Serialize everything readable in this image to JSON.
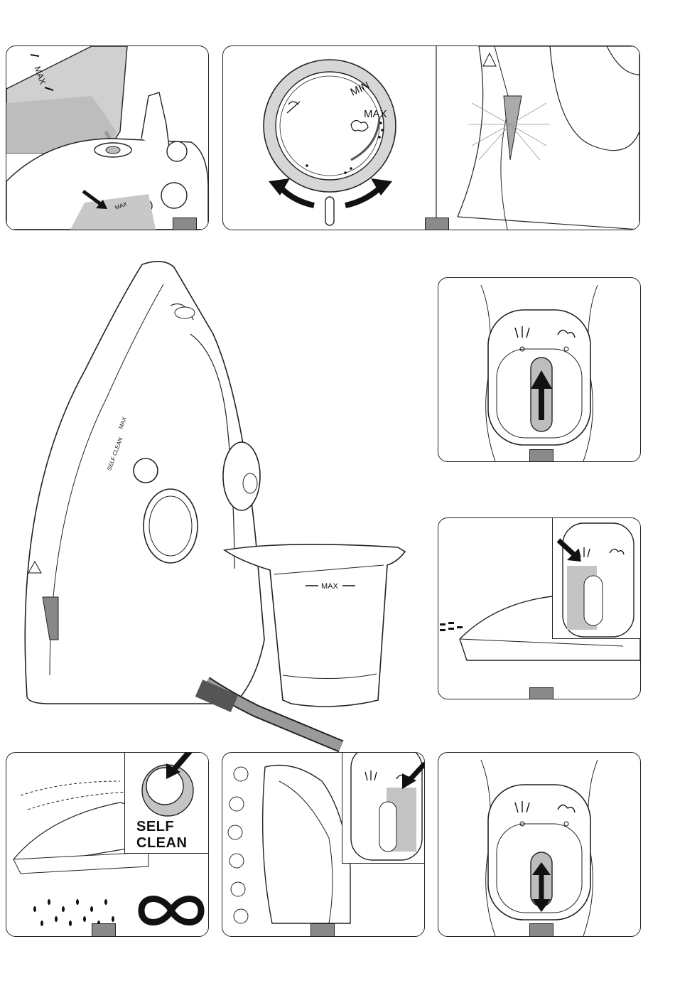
{
  "labels": {
    "max": "MAX",
    "min": "MIN",
    "self_clean": "SELF CLEAN",
    "max_mark_cup": "MAX",
    "max_mark_iron": "MAX",
    "max_mark_panel1": "MAX"
  },
  "colors": {
    "step_marker": "#8a8a8a",
    "water": "#bdbdbd",
    "line": "#222222",
    "arrow": "#111111"
  },
  "icons": [
    "arrow-icon",
    "rotate-arrows-icon",
    "steam-icon",
    "spray-icon",
    "infinity-loop-icon",
    "hot-warning-icon"
  ]
}
